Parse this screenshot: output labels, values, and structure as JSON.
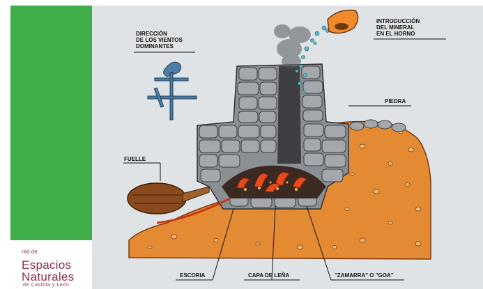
{
  "colors": {
    "brand_green": "#3fae49",
    "canvas": "#dfe3e6",
    "earth": "#e48a32",
    "stone": "#8b8f94",
    "fire": "#e84a1c",
    "logo": "#8e2a4f"
  },
  "logo": {
    "prefix": "red de",
    "line1": "Espacios",
    "line2": "Naturales",
    "subtitle": "de Castilla y León"
  },
  "labels": {
    "wind_direction": "DIRECCIÓN\nDE LOS VIENTOS\nDOMINANTES",
    "ore_introduction": "INTRODUCCIÓN\nDEL MINERAL\nEN EL HORNO",
    "stone": "PIEDRA",
    "bellows": "FUELLE",
    "slag": "ESCORIA",
    "firewood_layer": "CAPA DE LEÑA",
    "zamarra": "\"ZAMARRA\" O \"GOA\""
  },
  "icons": [
    "weather-vane-icon",
    "bellows-icon",
    "ore-basket-icon"
  ]
}
